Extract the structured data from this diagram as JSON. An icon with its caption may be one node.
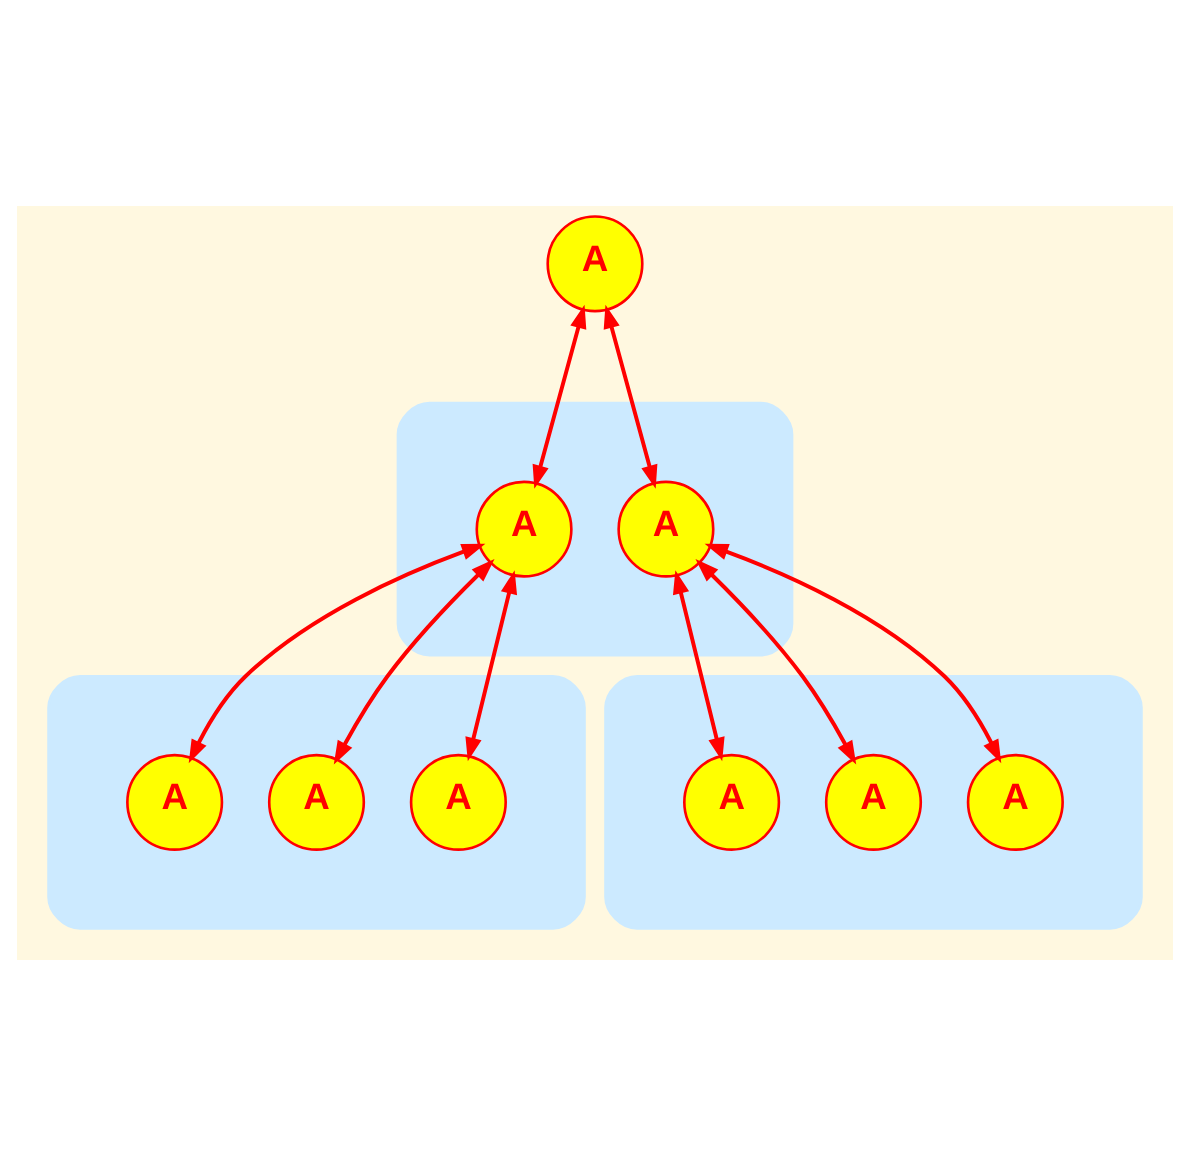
{
  "diagram": {
    "nodes": [
      {
        "text": [
          "A"
        ]
      },
      {
        "text": [],
        "shape": "ellipse"
      },
      {
        "text": [
          "A"
        ],
        "in": 1
      },
      {
        "text": [
          "A"
        ],
        "in": 1
      },
      {
        "text": [],
        "shape": "ellipse"
      },
      {
        "text": [
          "A"
        ],
        "in": 4
      },
      {
        "text": [
          "A"
        ],
        "in": 4
      },
      {
        "text": [
          "A"
        ],
        "in": 4
      },
      {
        "text": [],
        "shape": "ellipse"
      },
      {
        "text": [
          "A"
        ],
        "in": 8
      },
      {
        "text": [
          "A"
        ],
        "in": 8
      },
      {
        "text": [
          "A"
        ],
        "in": 8
      }
    ],
    "edges": [
      {
        "from": 0,
        "to": 2,
        "arrow": "both"
      },
      {
        "from": 0,
        "to": 3,
        "arrow": "both"
      },
      {
        "from": 2,
        "to": 5,
        "arrow": "both"
      },
      {
        "from": 2,
        "to": 6,
        "arrow": "both"
      },
      {
        "from": 2,
        "to": 7,
        "arrow": "both"
      },
      {
        "from": 3,
        "to": 9,
        "arrow": "both"
      },
      {
        "from": 3,
        "to": 10,
        "arrow": "both"
      },
      {
        "from": 3,
        "to": 11,
        "arrow": "both"
      }
    ]
  }
}
